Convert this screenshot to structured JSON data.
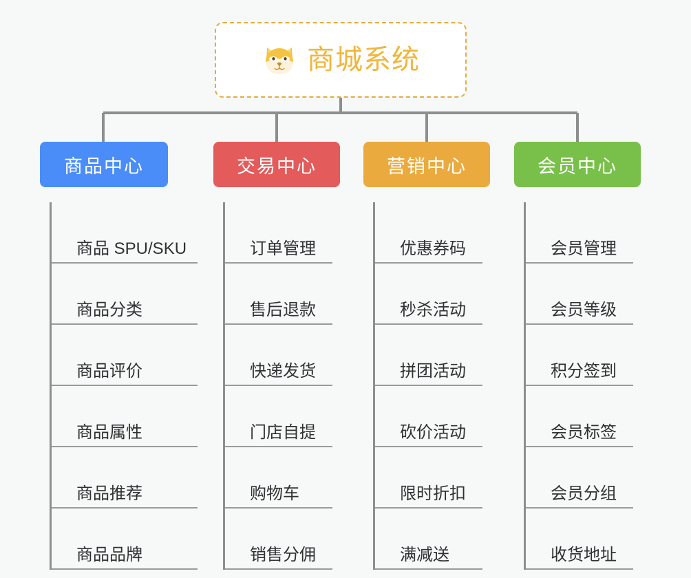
{
  "background_color": "#f7f8f8",
  "root": {
    "icon": "shiba-dog-face-icon",
    "title": "商城系统",
    "border_color": "#e8ab3c",
    "text_color": "#f0b63c",
    "fill_color": "#ffffff"
  },
  "connector_color": "#8e8e8e",
  "branches": [
    {
      "label": "商品中心",
      "color": "#4b8df8",
      "children": [
        {
          "label": "商品 SPU/SKU"
        },
        {
          "label": "商品分类"
        },
        {
          "label": "商品评价"
        },
        {
          "label": "商品属性"
        },
        {
          "label": "商品推荐"
        },
        {
          "label": "商品品牌"
        }
      ]
    },
    {
      "label": "交易中心",
      "color": "#e35b5b",
      "children": [
        {
          "label": "订单管理"
        },
        {
          "label": "售后退款"
        },
        {
          "label": "快递发货"
        },
        {
          "label": "门店自提"
        },
        {
          "label": "购物车"
        },
        {
          "label": "销售分佣"
        }
      ]
    },
    {
      "label": "营销中心",
      "color": "#eaaa3e",
      "children": [
        {
          "label": "优惠券码"
        },
        {
          "label": "秒杀活动"
        },
        {
          "label": "拼团活动"
        },
        {
          "label": "砍价活动"
        },
        {
          "label": "限时折扣"
        },
        {
          "label": "满减送"
        }
      ]
    },
    {
      "label": "会员中心",
      "color": "#79c04a",
      "children": [
        {
          "label": "会员管理"
        },
        {
          "label": "会员等级"
        },
        {
          "label": "积分签到"
        },
        {
          "label": "会员标签"
        },
        {
          "label": "会员分组"
        },
        {
          "label": "收货地址"
        }
      ]
    }
  ]
}
